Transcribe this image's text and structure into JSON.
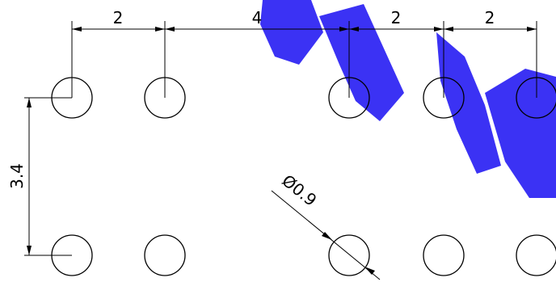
{
  "watermark": {
    "text": "有限公司",
    "color": "#3b32f4"
  },
  "dimensions": {
    "pitch_a": "2",
    "pitch_gap": "4",
    "pitch_b": "2",
    "pitch_c": "2",
    "row_spacing": "3.4",
    "hole_diameter": "Ø0.9"
  },
  "colors": {
    "ink": "#000000",
    "background": "#ffffff"
  }
}
